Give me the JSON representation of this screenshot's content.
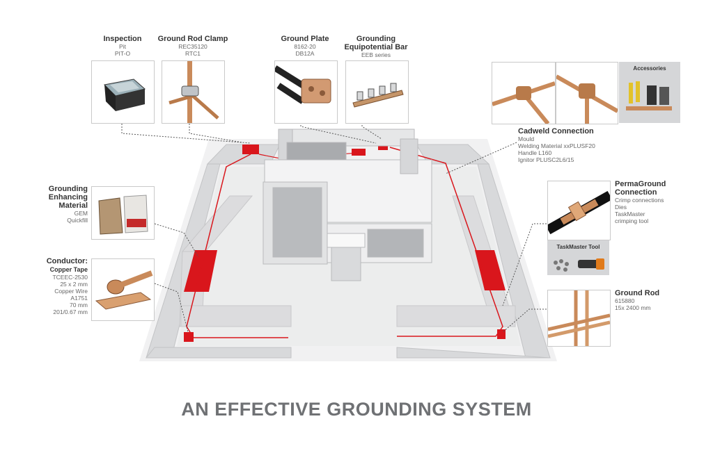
{
  "footer_title": "AN EFFECTIVE GROUNDING SYSTEM",
  "colors": {
    "accent_red": "#d9161c",
    "copper": "#c98a5a",
    "wall_gray": "#cfd0d2"
  },
  "inspection": {
    "title": "Inspection",
    "lines": [
      "Pit",
      "PIT-O"
    ]
  },
  "ground_rod_clamp": {
    "title": "Ground Rod Clamp",
    "lines": [
      "REC35120",
      "RTC1"
    ]
  },
  "ground_plate": {
    "title": "Ground Plate",
    "lines": [
      "8162-20",
      "DB12A"
    ]
  },
  "equipotential_bar": {
    "title_line1": "Grounding",
    "title_line2": "Equipotential Bar",
    "lines": [
      "EEB series"
    ]
  },
  "accessories": {
    "title": "Accessories"
  },
  "cadweld": {
    "title": "Cadweld Connection",
    "lines": [
      "Mould",
      "Welding Material xxPLUSF20",
      "Handle L160",
      "Ignitor PLUSC2L6/15"
    ]
  },
  "gem": {
    "title_lines": [
      "Grounding",
      "Enhancing",
      "Material"
    ],
    "lines": [
      "GEM",
      "Quickfill"
    ]
  },
  "permaground": {
    "title_lines": [
      "PermaGround",
      "Connection"
    ],
    "lines": [
      "Crimp connections",
      "Dies",
      "TaskMaster",
      "crimping tool"
    ]
  },
  "taskmaster_tool": {
    "title": "TaskMaster Tool"
  },
  "conductor": {
    "title": "Conductor:",
    "subtitle": "Copper Tape",
    "lines": [
      "TCEEC-2530",
      "25 x 2 mm",
      "Copper Wire",
      "A1751",
      "70 mm",
      "201/0.67 mm"
    ]
  },
  "ground_rod": {
    "title": "Ground Rod",
    "lines": [
      "615880",
      "15x 2400 mm"
    ]
  }
}
